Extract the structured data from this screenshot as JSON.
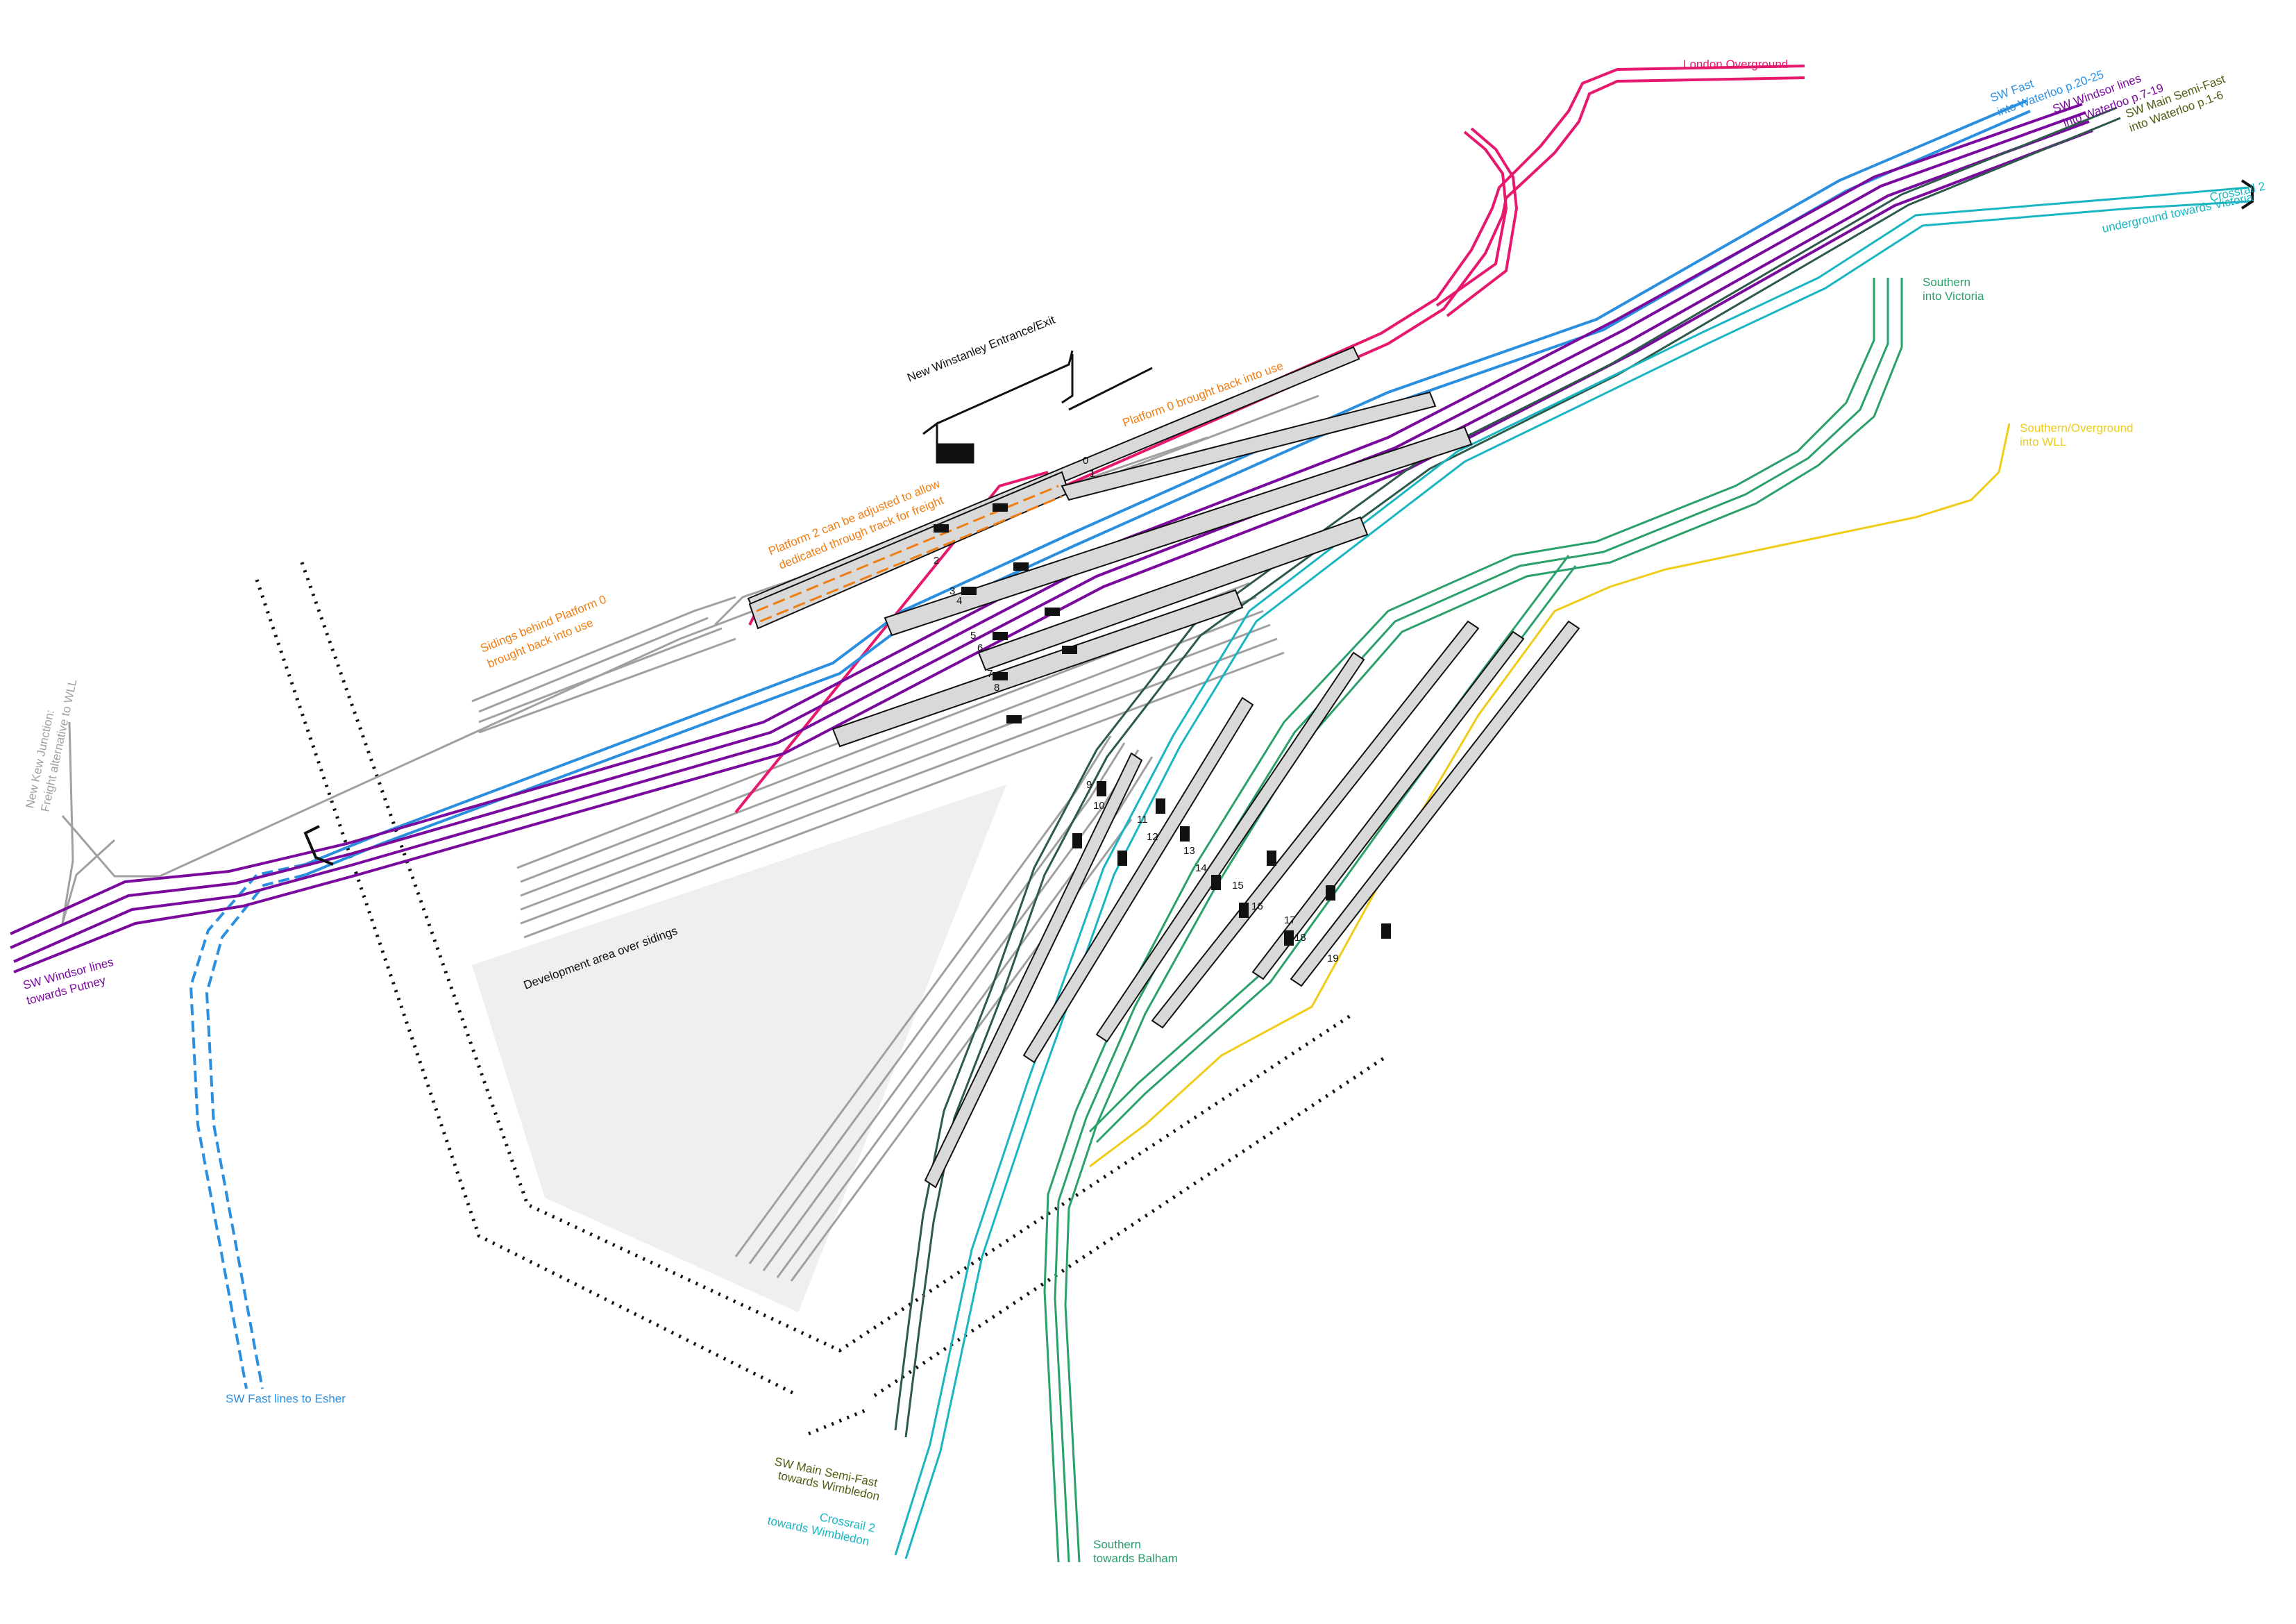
{
  "colors": {
    "london_overground": "#e6196e",
    "sw_fast": "#2b8fe0",
    "sw_windsor": "#7a0a9e",
    "sw_main": "#2d5a4a",
    "sw_main_label": "#4d5e12",
    "crossrail": "#19b6c1",
    "southern": "#2aa06a",
    "southern_overground": "#efcc18",
    "siding": "#a0a0a0",
    "platform_fill": "#d9d9d9",
    "development_fill": "#efefef",
    "orange": "#ee7d12",
    "black": "#111111"
  },
  "labels": {
    "london_overground": "London Overground",
    "sw_fast_1": "SW Fast",
    "sw_fast_2": "into Waterloo p.20-25",
    "sw_windsor_in_1": "SW Windsor lines",
    "sw_windsor_in_2": "into Waterloo p.7-19",
    "sw_main_in_1": "SW Main Semi-Fast",
    "sw_main_in_2": "into Waterloo p.1-6",
    "crossrail_up_1": "Crossrail 2",
    "crossrail_up_2": "underground towards Victoria",
    "southern_victoria_1": "Southern",
    "southern_victoria_2": "into Victoria",
    "southern_overground_1": "Southern/Overground",
    "southern_overground_2": "into WLL",
    "winstanley": "New Winstanley Entrance/Exit",
    "platform0": "Platform 0 brought back into use",
    "platform2_1": "Platform 2 can be adjusted to allow",
    "platform2_2": "dedicated through track for freight",
    "sidings0_1": "Sidings behind Platform 0",
    "sidings0_2": "brought back into use",
    "new_kew_1": "New Kew Junction:",
    "new_kew_2": "Freight alternative to WLL",
    "sw_windsor_out_1": "SW Windsor lines",
    "sw_windsor_out_2": "towards Putney",
    "development": "Development area over sidings",
    "sw_fast_esher": "SW Fast lines to Esher",
    "sw_main_out_1": "SW Main Semi-Fast",
    "sw_main_out_2": "towards Wimbledon",
    "crossrail_out_1": "Crossrail 2",
    "crossrail_out_2": "towards Wimbledon",
    "southern_balham_1": "Southern",
    "southern_balham_2": "towards Balham"
  },
  "platform_numbers": [
    "0",
    "1",
    "2",
    "3",
    "4",
    "5",
    "6",
    "7",
    "8",
    "9",
    "10",
    "11",
    "12",
    "13",
    "14",
    "15",
    "16",
    "17",
    "18",
    "19"
  ]
}
